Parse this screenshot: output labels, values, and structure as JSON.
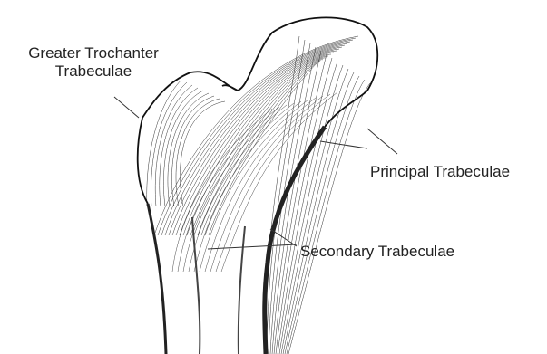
{
  "labels": {
    "greater_trochanter_line1": "Greater Trochanter",
    "greater_trochanter_line2": "Trabeculae",
    "principal": "Principal Trabeculae",
    "secondary": "Secondary Trabeculae"
  },
  "colors": {
    "ink": "#222222",
    "background": "#ffffff"
  }
}
